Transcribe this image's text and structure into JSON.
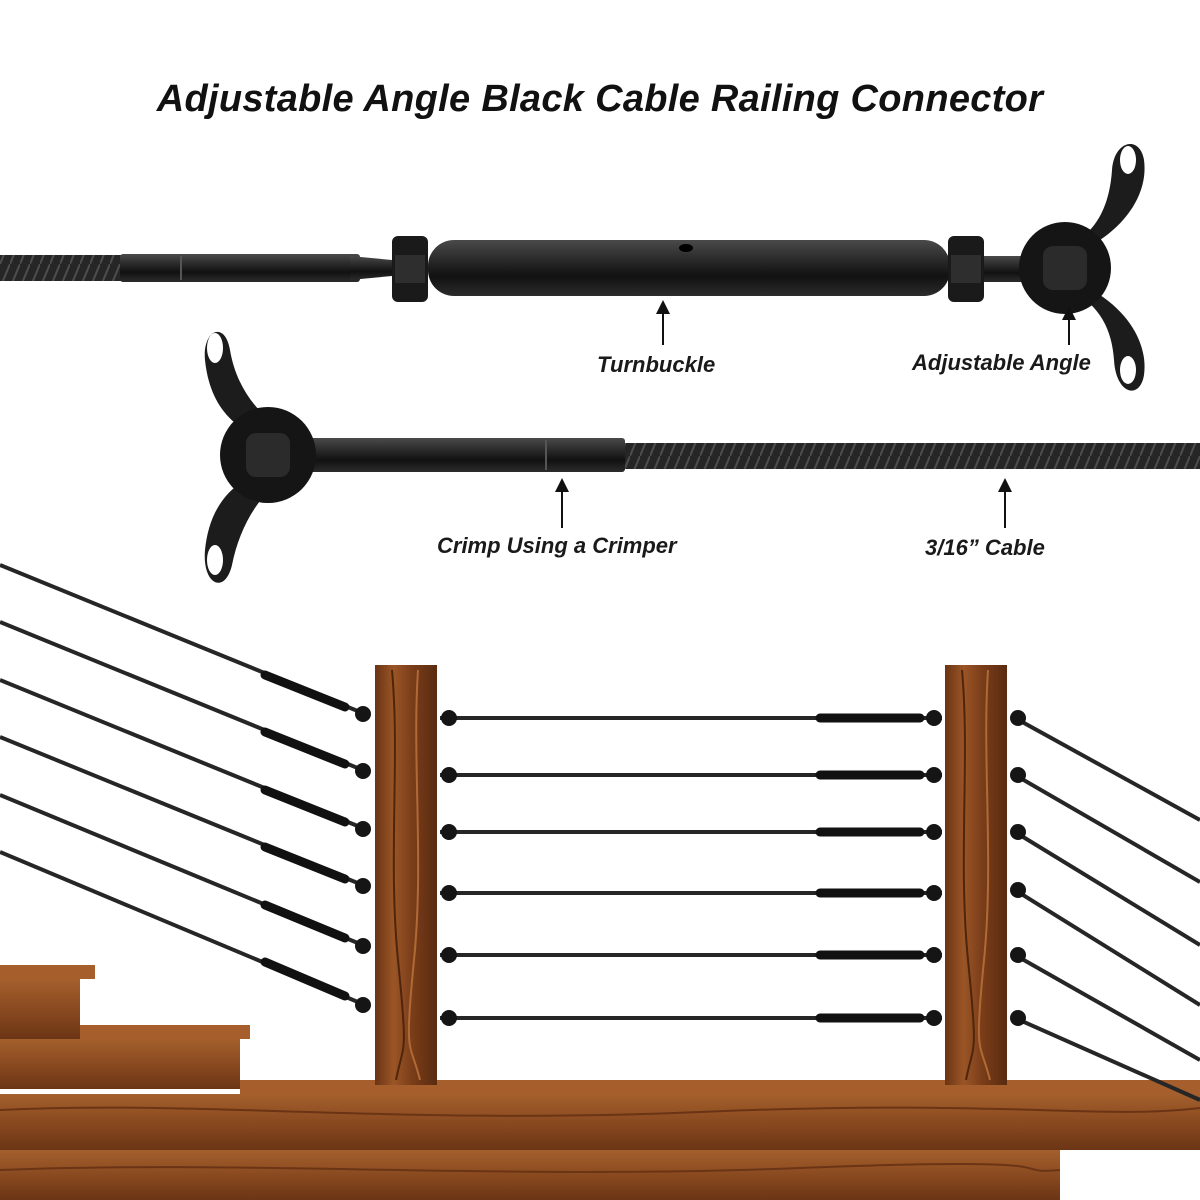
{
  "title": "Adjustable Angle Black Cable Railing Connector",
  "labels": {
    "turnbuckle": "Turnbuckle",
    "adjustable_angle": "Adjustable Angle",
    "crimp": "Crimp Using a Crimper",
    "cable": "3/16” Cable"
  },
  "colors": {
    "hardware": "#1c1c1c",
    "cable": "#2a2a2a",
    "wood_dark": "#5e2e12",
    "wood_mid": "#8a4a20",
    "wood_light": "#a8612c",
    "background": "#ffffff"
  }
}
